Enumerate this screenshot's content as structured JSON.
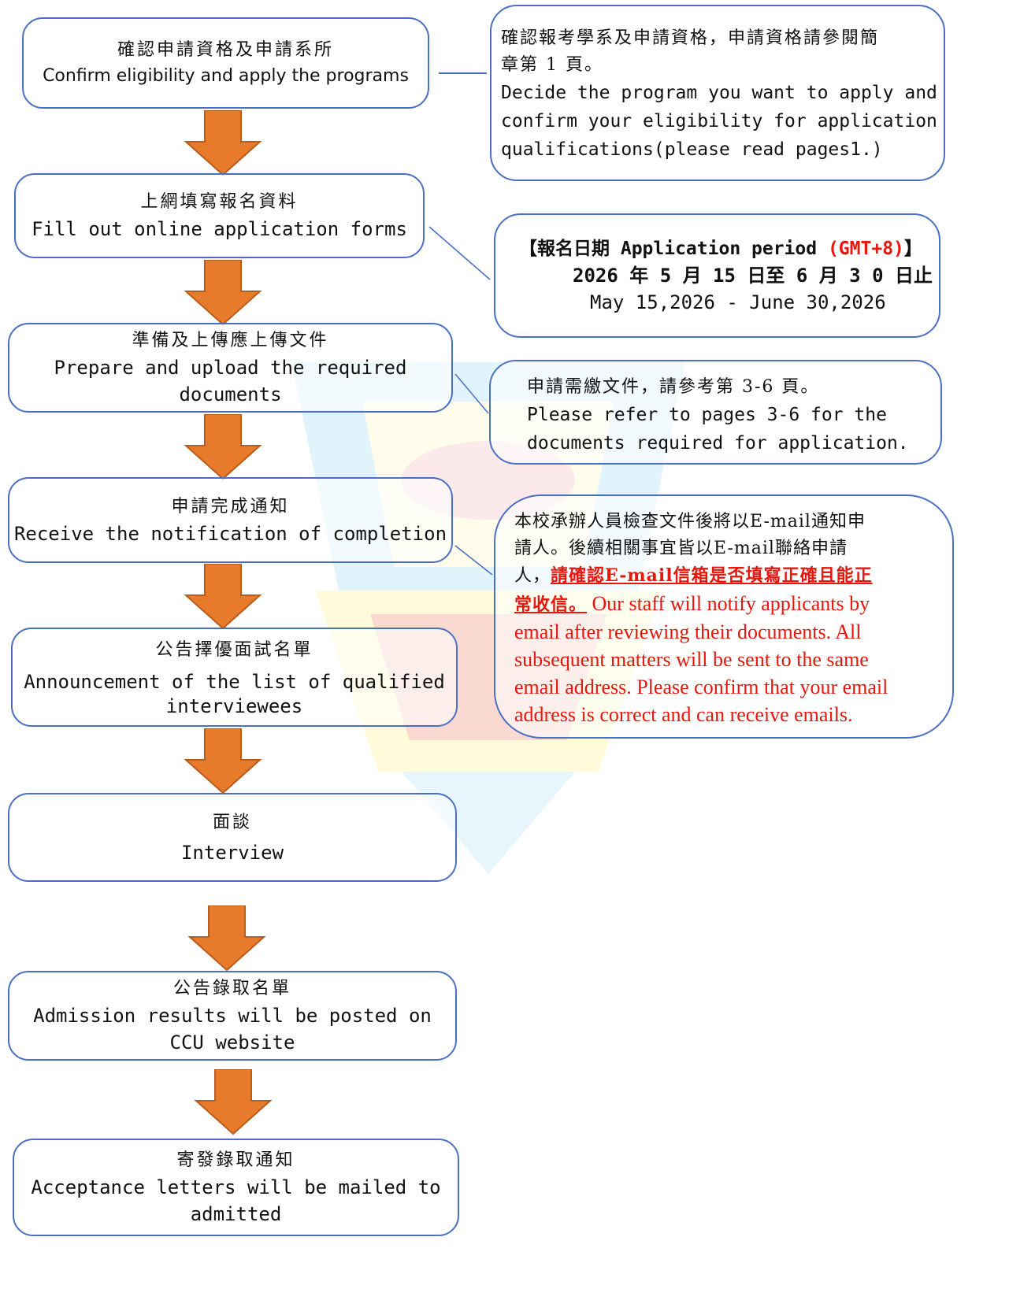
{
  "steps": [
    {
      "zh": "確認申請資格及申請系所",
      "en": "Confirm eligibility and apply the programs"
    },
    {
      "zh": "上網填寫報名資料",
      "en": "Fill out online application forms"
    },
    {
      "zh": "準備及上傳應上傳文件",
      "en": "Prepare and upload the required documents"
    },
    {
      "zh": "申請完成通知",
      "en": "Receive the notification of completion"
    },
    {
      "zh": "公告擇優面試名單",
      "en1": "Announcement of the list of qualified",
      "en2": "interviewees"
    },
    {
      "zh": "面談",
      "en": "Interview"
    },
    {
      "zh": "公告錄取名單",
      "en1": "Admission results will be posted on",
      "en2": "CCU website"
    },
    {
      "zh": "寄發錄取通知",
      "en1": "Acceptance letters will be mailed to",
      "en2": "admitted"
    }
  ],
  "notes": {
    "eligibility": {
      "zh1": "確認報考學系及申請資格，申請資格請參閱簡",
      "zh2": "章第 1 頁。",
      "en1": "Decide the program you want to apply and",
      "en2": "confirm your eligibility for application",
      "en3": "qualifications(please read pages1.)"
    },
    "period": {
      "label_zh": "【報名日期 Application period ",
      "tz": "(GMT+8)",
      "label_end": "】",
      "date_zh": "2026 年 5 月 15 日至 6 月 3 0 日止",
      "date_en": "May 15,2026 - June 30,2026"
    },
    "documents": {
      "zh": "申請需繳文件，請參考第 3-6 頁。",
      "en1": "Please refer to pages 3-6 for the",
      "en2": "documents required for application."
    },
    "email": {
      "zh1": "本校承辦人員檢查文件後將以E-mail通知申",
      "zh2": "請人。後續相關事宜皆以E-mail聯絡申請",
      "zh3_pre": "人，",
      "zh3_red": "請確認E-mail信箱是否填寫正確且能正",
      "zh4_red": "常收信。",
      "en1": " Our staff will notify applicants by",
      "en2": "email after reviewing their documents. All",
      "en3": "subsequent matters will be sent to the same",
      "en4": "email address. Please confirm that your email",
      "en5": "address is correct and can receive emails."
    }
  },
  "colors": {
    "border": "#4a6fc4",
    "arrow_fill": "#e87a2c",
    "arrow_stroke": "#b85c1c",
    "highlight": "#e8160c"
  }
}
